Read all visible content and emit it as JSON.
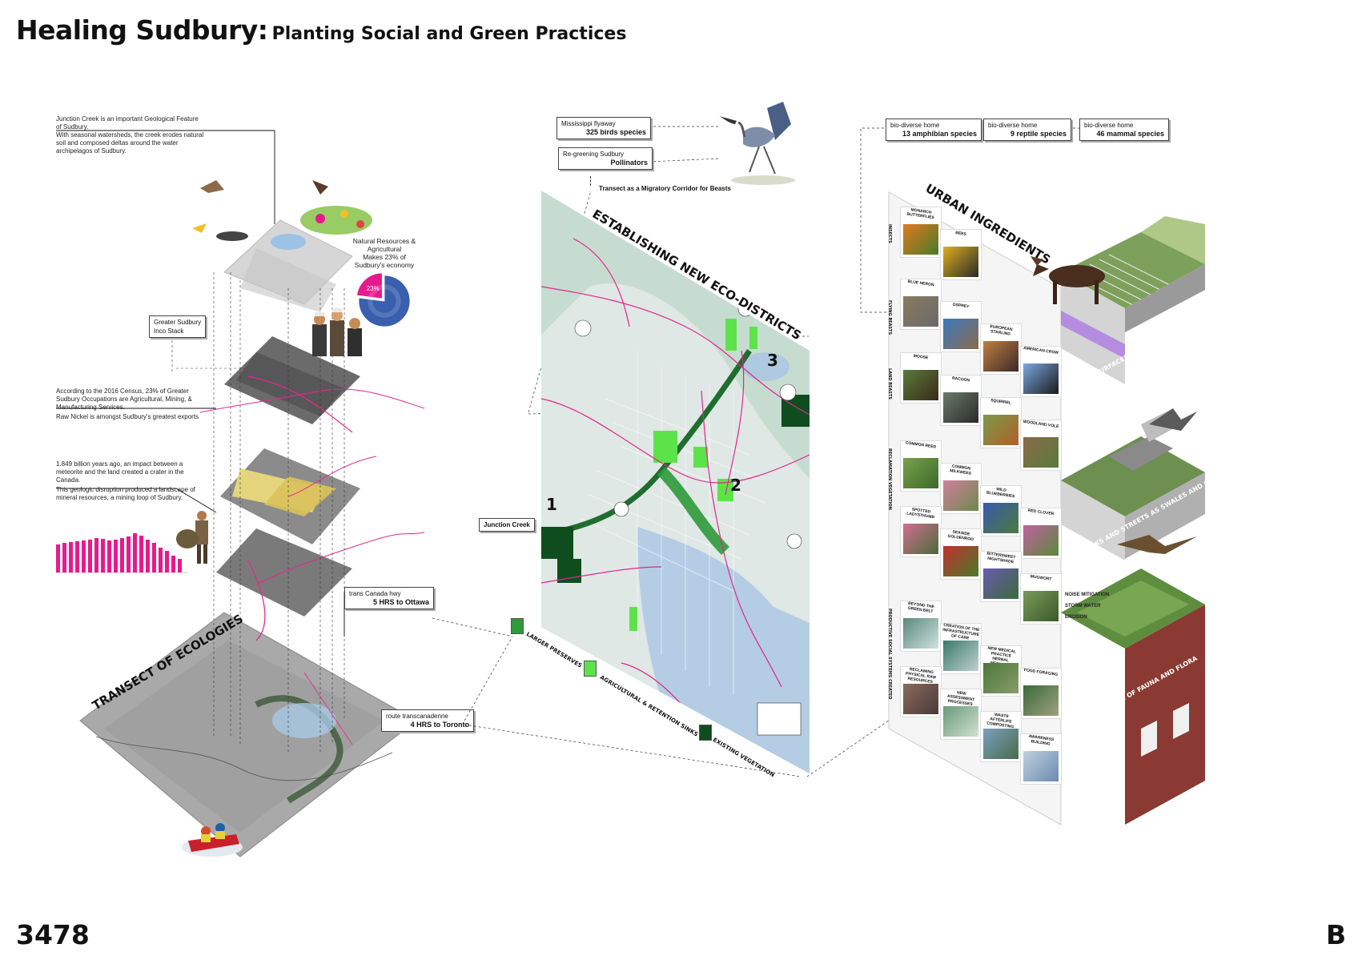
{
  "header": {
    "title_main": "Healing Sudbury:",
    "title_sub": "Planting Social and Green Practices"
  },
  "footer": {
    "id_number": "3478",
    "board_letter": "B"
  },
  "left_panel": {
    "junction_note": [
      "Junction Creek is an important Geological Feature",
      "of Sudbury.",
      "With seasonal watersheds, the creek erodes natural",
      "soil and composed deltas around the water",
      "archipelagos of Sudbury."
    ],
    "pie_caption": [
      "Natural Resources &",
      "Agricultural",
      "Makes 23% of",
      "Sudbury's economy"
    ],
    "pie_value_label": "23%",
    "inco_callout": [
      "Greater Sudbury",
      "Inco Stack"
    ],
    "census_note": [
      "According to the 2016 Census, 23% of Greater",
      "Sudbury Occupations are Agricultural, Mining, &",
      "Manufacturing Services.",
      "Raw Nickel is amongst Sudbury's greatest exports"
    ],
    "impact_note": [
      "1.849 billion years ago, an impact between a",
      "meteorite and the land created a crater in the",
      "Canada.",
      "This geologic disruption produced a landscape of",
      "mineral resources, a mining loop of Sudbury."
    ],
    "transect_label": "TRANSECT OF ECOLOGIES",
    "ottawa_callout": {
      "line1": "trans Canada hwy",
      "line2": "5 HRS to Ottawa"
    },
    "toronto_callout": {
      "line1": "route transcanadenne",
      "line2": "4 HRS to Toronto"
    }
  },
  "middle_panel": {
    "flyway_callout": {
      "line1": "Mississippi flyaway",
      "line2": "325 birds species"
    },
    "regreening_callout": {
      "line1": "Re-greening Sudbury",
      "line2": "Pollinators"
    },
    "migratory_caption": "Transect as a Migratory Corridor for Beasts",
    "map_title": "ESTABLISHING NEW ECO-DISTRICTS",
    "junction_creek_callout": "Junction Creek",
    "district_numbers": [
      "1",
      "2",
      "3"
    ],
    "legend": [
      {
        "label": "LARGER PRESERVES",
        "color": "#2e9a3a"
      },
      {
        "label": "AGRICULTURAL & RETENTION SINKS",
        "color": "#5ce34a"
      },
      {
        "label": "EXISTING VEGETATION",
        "color": "#0f4d1e"
      }
    ]
  },
  "right_panel": {
    "biodiverse": [
      {
        "line1": "bio-diverse home",
        "line2": "13 amphibian species"
      },
      {
        "line1": "bio-diverse home",
        "line2": "9 reptile species"
      },
      {
        "line1": "bio-diverse home",
        "line2": "46 mammal species"
      }
    ],
    "ingredients_title": "URBAN INGREDIENTS",
    "row_labels": [
      "INSECTS",
      "FLYING BEASTS",
      "LAND BEASTS",
      "RECLAMATION VEGETATION",
      "PRODUCTIVE SOCIAL SYSTEMS CREATED"
    ],
    "cells": [
      "MONARCH BUTTERFLIES",
      "BEES",
      "BLUE HERON",
      "OSPREY",
      "EUROPEAN STARLING",
      "AMERICAN CROW",
      "MOOSE",
      "RACOON",
      "SQUIRREL",
      "WOODLAND VOLE",
      "COMMON REED",
      "COMMON MILKWEED",
      "WILD BLUEBERRIES",
      "RED CLOVER",
      "SPOTTED LADYSTHUMB",
      "SEASIDE GOLDENROD",
      "BITTERSWEET NIGHTSHADE",
      "MUGWORT",
      "BEYOND THE GREEN BELT",
      "CREATION OF THE INFRASTRUCTURE OF CARE",
      "NEW MEDICAL PRACTICE HERBAL MEDICINE",
      "FOOD FORAGING",
      "RECLAMING PHYSICAL RAW RESOURCES",
      "NEW ASSESSMENT PROCESSES",
      "WASTE AFTERLIFE COMPOSTING",
      "AWARENESS BUILDING"
    ],
    "layer_labels": [
      "PARKING SURFACES AS ANIMAL HABITATS",
      "SIDEWALKS AND STREETS AS SWALES AND GARDENS",
      "ROOFS AS FLOWS OF FAUNA AND FLORA"
    ],
    "roof_notes": [
      "NOISE MITIGATION",
      "STORM WATER",
      "EROSION"
    ]
  },
  "chart_data": {
    "type": "pie",
    "values": [
      23,
      77
    ],
    "labels": [
      "23%",
      ""
    ],
    "colors": [
      "#e6198d",
      "#3a5fae"
    ]
  }
}
